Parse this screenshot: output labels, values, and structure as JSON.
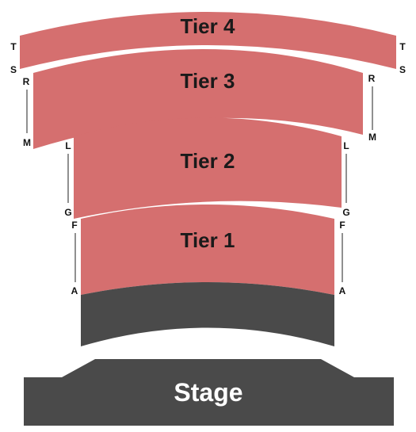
{
  "colors": {
    "section_fill": "#d56f6f",
    "stage_fill": "#4a4a4a",
    "label_text": "#1a1a1a",
    "stage_text": "#ffffff"
  },
  "sections": {
    "tier4": {
      "label": "Tier 4"
    },
    "tier3": {
      "label": "Tier 3"
    },
    "tier2": {
      "label": "Tier 2"
    },
    "tier1": {
      "label": "Tier 1"
    }
  },
  "rows": {
    "tier4": {
      "first": "S",
      "last": "T"
    },
    "tier3": {
      "first": "M",
      "last": "R"
    },
    "tier2": {
      "first": "G",
      "last": "L"
    },
    "tier1": {
      "first": "A",
      "last": "F"
    }
  },
  "stage": {
    "label": "Stage"
  }
}
